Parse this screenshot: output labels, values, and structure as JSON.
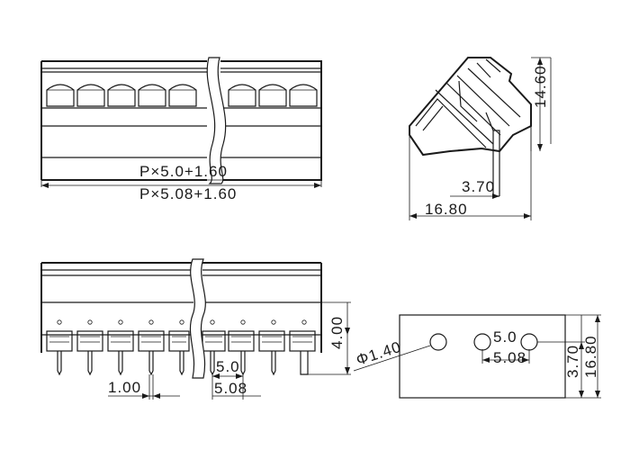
{
  "dimensions": {
    "width_pitch_a": "P×5.0+1.60",
    "width_pitch_b": "P×5.08+1.60",
    "side_height": "14.60",
    "side_pin_offset": "3.70",
    "side_depth": "16.80",
    "front_pin_length": "4.00",
    "front_pin_diameter": "1.00",
    "front_pitch_a": "5.0",
    "front_pitch_b": "5.08",
    "pcb_hole_diameter": "Φ1.40",
    "pcb_pitch_a": "5.0",
    "pcb_pitch_b": "5.08",
    "pcb_row_offset": "3.70",
    "pcb_depth": "16.80"
  }
}
